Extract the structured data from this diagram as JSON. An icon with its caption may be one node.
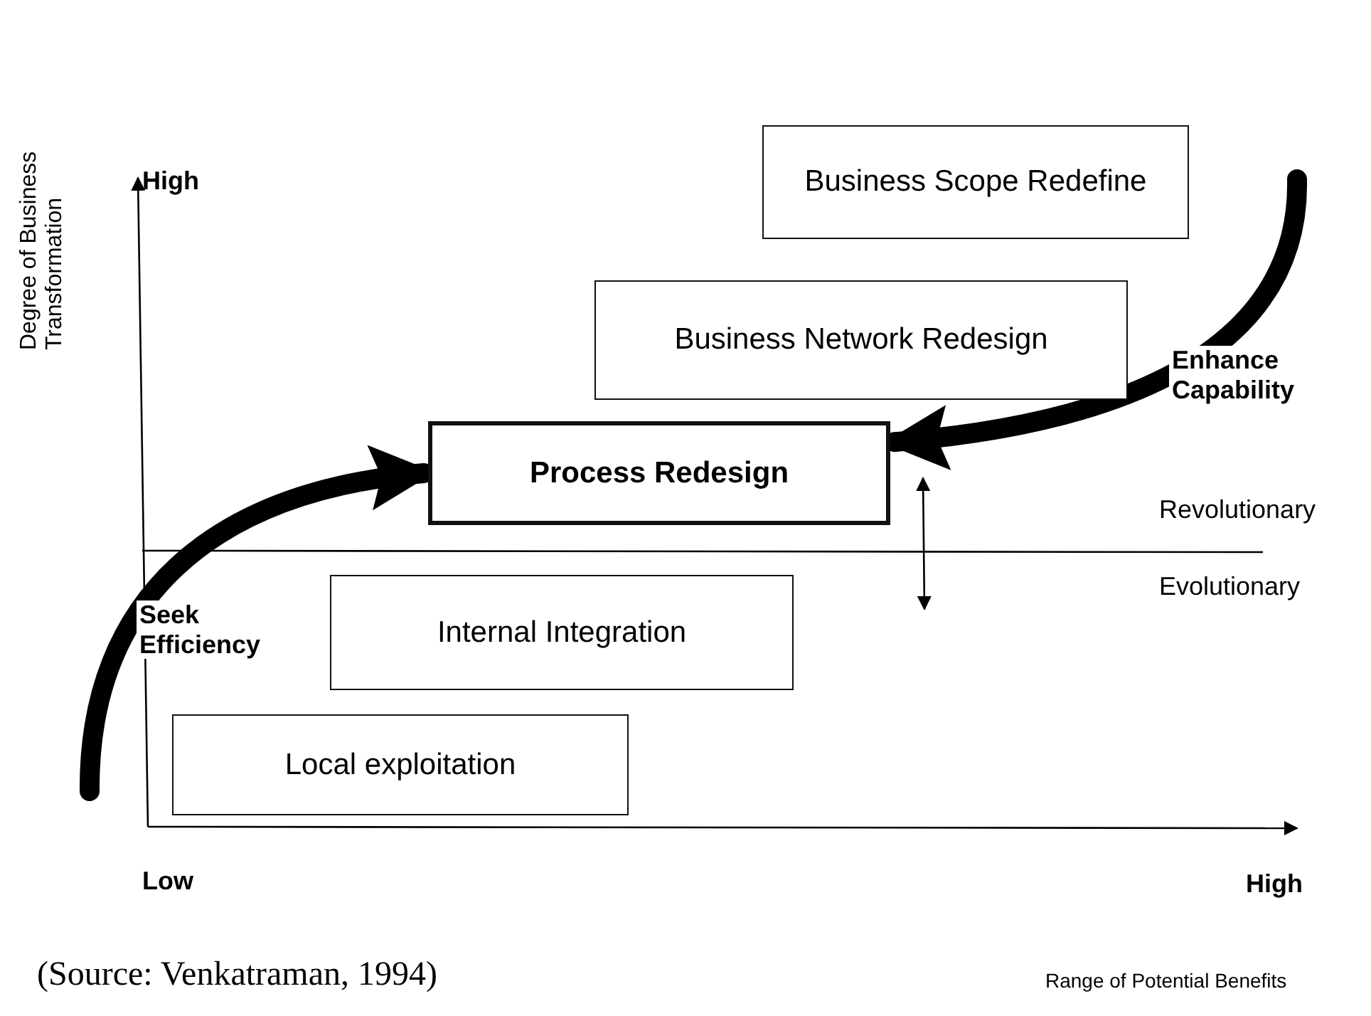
{
  "diagram": {
    "caption": "(Source: Venkatraman, 1994)",
    "nodes": [
      {
        "text": [
          "Business Scope Redefine"
        ]
      },
      {
        "text": [
          "Business Network Redesign"
        ]
      },
      {
        "text": [
          "Process Redesign"
        ]
      },
      {
        "text": [
          "Internal Integration"
        ]
      },
      {
        "text": [
          "Local exploitation"
        ]
      }
    ],
    "edges": [
      {
        "from": null,
        "to": 2,
        "arrow": "to",
        "label": "Seek Efficiency"
      },
      {
        "from": null,
        "to": 2,
        "arrow": "to",
        "label": "Enhance Capability"
      }
    ],
    "labels": [
      "Degree of Business Transformation",
      "High",
      "Revolutionary",
      "Evolutionary",
      "Low",
      "High",
      "Range of Potential Benefits"
    ]
  }
}
